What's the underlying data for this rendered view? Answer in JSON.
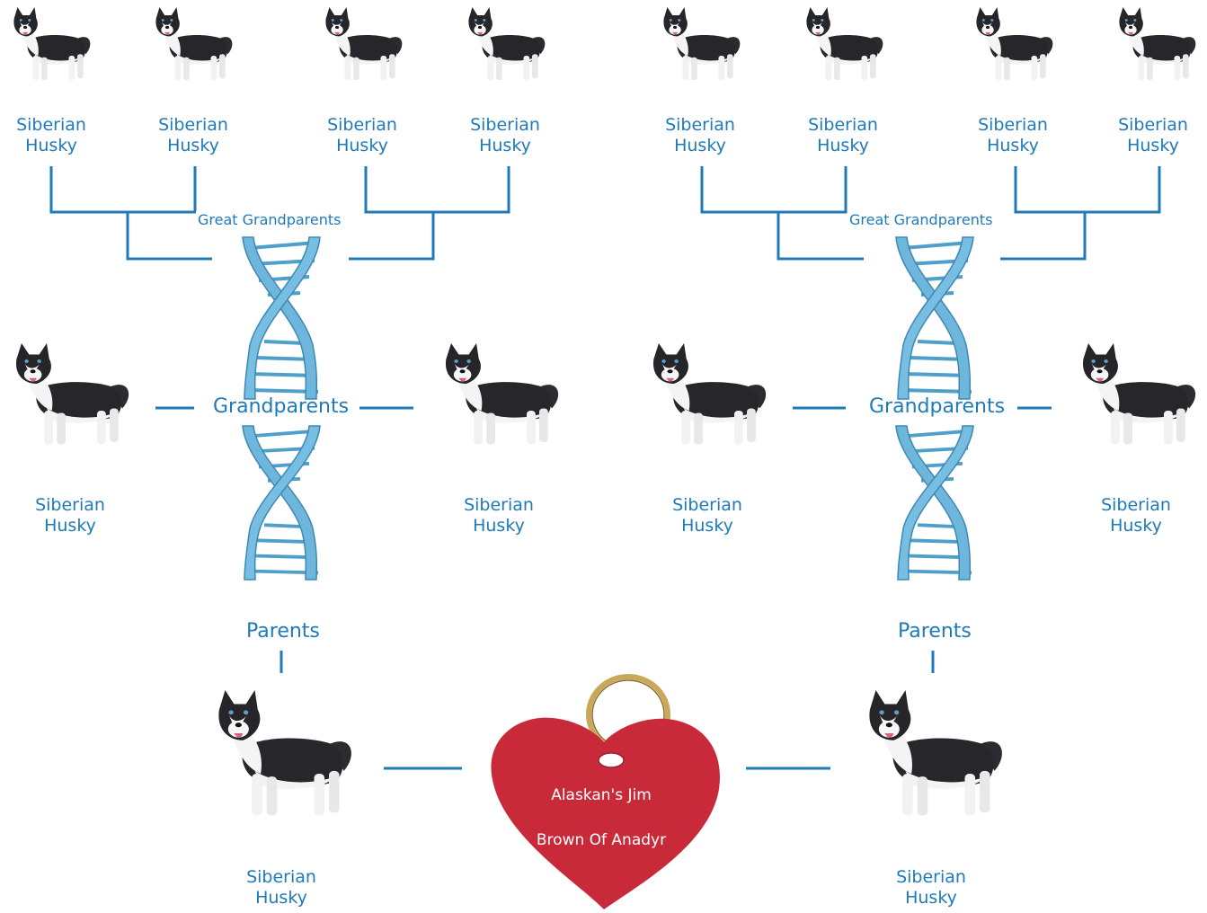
{
  "dog": {
    "line1": "Siberian",
    "line2": "Husky"
  },
  "generations": {
    "great_grandparents": "Great Grandparents",
    "grandparents": "Grandparents",
    "parents": "Parents"
  },
  "tag": {
    "line1": "Alaskan's Jim",
    "line2": "Brown Of Anadyr"
  },
  "colors": {
    "accent": "#1f7ab8",
    "dna": "#6fb6dc",
    "tag": "#c92a3a",
    "ring": "#c9a85a"
  }
}
